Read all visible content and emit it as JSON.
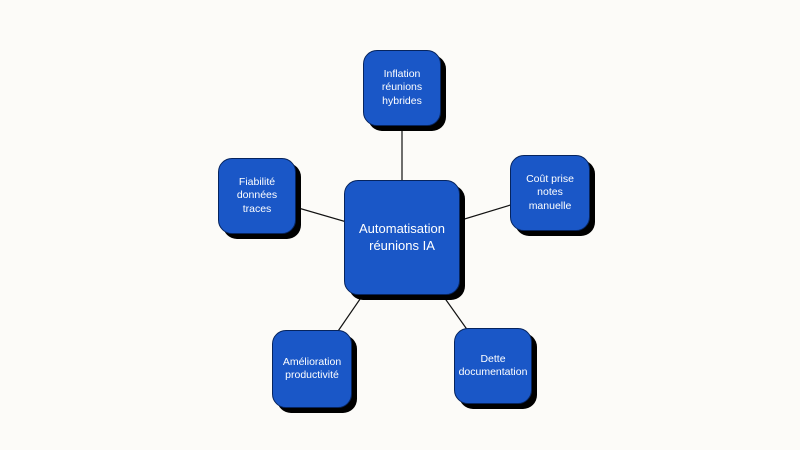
{
  "diagram": {
    "type": "mindmap",
    "background_color": "#fcfbf8",
    "node_fill_color": "#1a57c7",
    "node_shadow_color": "#000000",
    "node_text_color": "#ffffff",
    "connector_color": "#111111",
    "center": {
      "label": "Automatisation réunions IA"
    },
    "nodes": [
      {
        "id": "top",
        "label": "Inflation réunions hybrides"
      },
      {
        "id": "upper-right",
        "label": "Coût prise notes manuelle"
      },
      {
        "id": "upper-left",
        "label": "Fiabilité données traces"
      },
      {
        "id": "lower-left",
        "label": "Amélioration productivité"
      },
      {
        "id": "lower-right",
        "label": "Dette documentation"
      }
    ],
    "edges": [
      {
        "from": "center",
        "to": "top"
      },
      {
        "from": "center",
        "to": "upper-right"
      },
      {
        "from": "center",
        "to": "upper-left"
      },
      {
        "from": "center",
        "to": "lower-left"
      },
      {
        "from": "center",
        "to": "lower-right"
      }
    ]
  }
}
